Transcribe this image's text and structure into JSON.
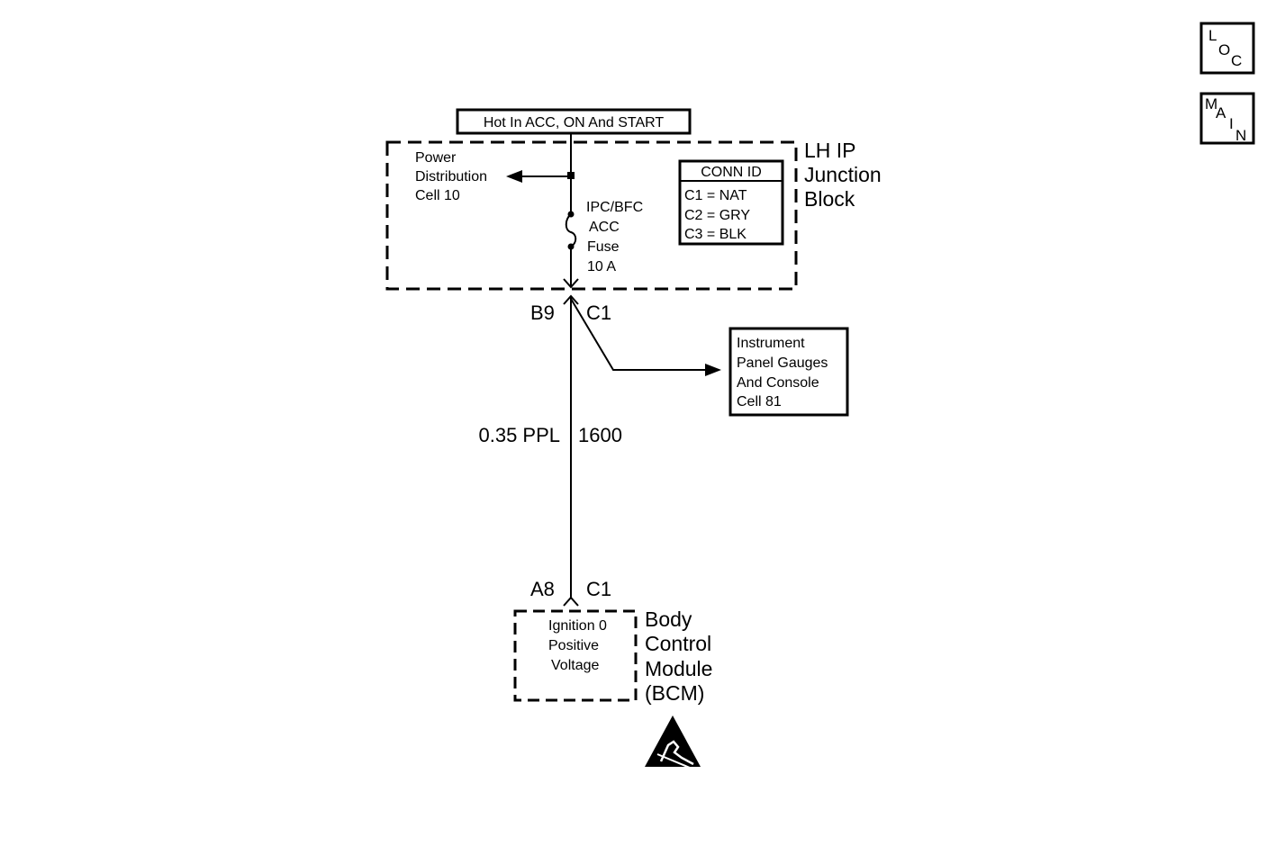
{
  "header": {
    "supply_label": "Hot In ACC, ON And START"
  },
  "junction_block": {
    "name_lines": [
      "LH IP",
      "Junction",
      "Block"
    ],
    "power_dist_lines": [
      "Power",
      "Distribution",
      "Cell 10"
    ],
    "fuse_lines": [
      "IPC/BFC",
      "ACC",
      "Fuse",
      "10 A"
    ],
    "conn_id": {
      "title": "CONN ID",
      "rows": [
        "C1 = NAT",
        "C2 = GRY",
        "C3 = BLK"
      ]
    },
    "out_pin": "B9",
    "out_conn": "C1"
  },
  "ipc_ref": {
    "lines": [
      "Instrument",
      "Panel Gauges",
      "And Console",
      "Cell 81"
    ]
  },
  "wire": {
    "gauge_color": "0.35 PPL",
    "circuit": "1600"
  },
  "bcm": {
    "in_pin": "A8",
    "in_conn": "C1",
    "input_lines": [
      "Ignition 0",
      "Positive",
      "Voltage"
    ],
    "name_lines": [
      "Body",
      "Control",
      "Module",
      "(BCM)"
    ],
    "esd_icon": "esd-sensitive-icon"
  },
  "nav": {
    "loc": {
      "letters": [
        "L",
        "O",
        "C"
      ],
      "icon": "location-icon"
    },
    "main": {
      "letters": [
        "M",
        "A",
        "I",
        "N"
      ],
      "icon": "main-menu-icon"
    }
  }
}
